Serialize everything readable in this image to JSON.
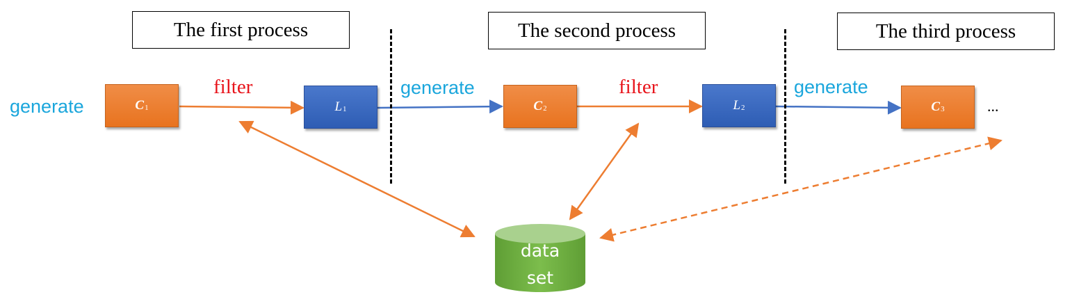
{
  "processes": {
    "first": "The first process",
    "second": "The second process",
    "third": "The third process"
  },
  "nodes": {
    "c1": {
      "base": "C",
      "sub": "1"
    },
    "l1": {
      "base": "L",
      "sub": "1"
    },
    "c2": {
      "base": "C",
      "sub": "2"
    },
    "l2": {
      "base": "L",
      "sub": "2"
    },
    "c3": {
      "base": "C",
      "sub": "3"
    }
  },
  "labels": {
    "generate": "generate",
    "filter": "filter",
    "ellipsis": "..."
  },
  "database": {
    "line1": "data",
    "line2": "set"
  },
  "colors": {
    "generate_text": "#1aa6dc",
    "filter_text": "#e8141b",
    "candidate_node": "#ed7d31",
    "large_itemset_node": "#4472c4",
    "orange_arrow": "#ed7d31",
    "blue_arrow": "#4472c4",
    "database": "#70ad47"
  }
}
